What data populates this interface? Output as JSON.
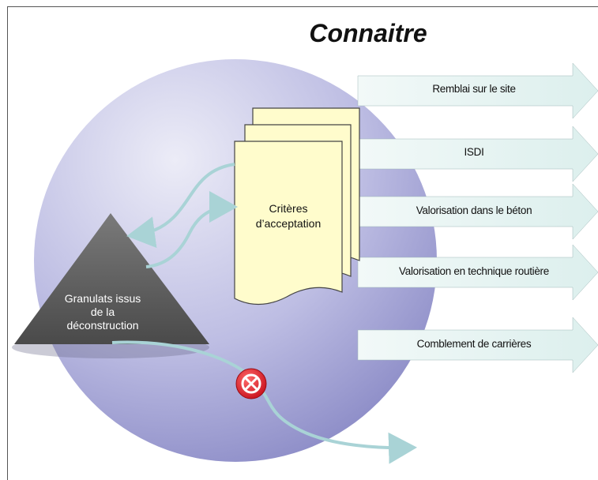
{
  "title": "Connaitre",
  "source_label": "Granulats issus de la déconstruction",
  "source_lines": [
    "Granulats issus",
    "de la",
    "déconstruction"
  ],
  "document_lines": [
    "Critères",
    "d’acceptation"
  ],
  "destinations": [
    "Remblai sur le site",
    "ISDI",
    "Valorisation dans le béton",
    "Valorisation en technique routière",
    "Comblement de carrières"
  ],
  "colors": {
    "circle_top": "#e6e6f4",
    "circle_bottom": "#8c8cc8",
    "triangle": "#555555",
    "document": "#fffccc",
    "arrow_fill": "#e6f3f2",
    "connector": "#a9d3d6",
    "forbidden": "#e0202a"
  }
}
